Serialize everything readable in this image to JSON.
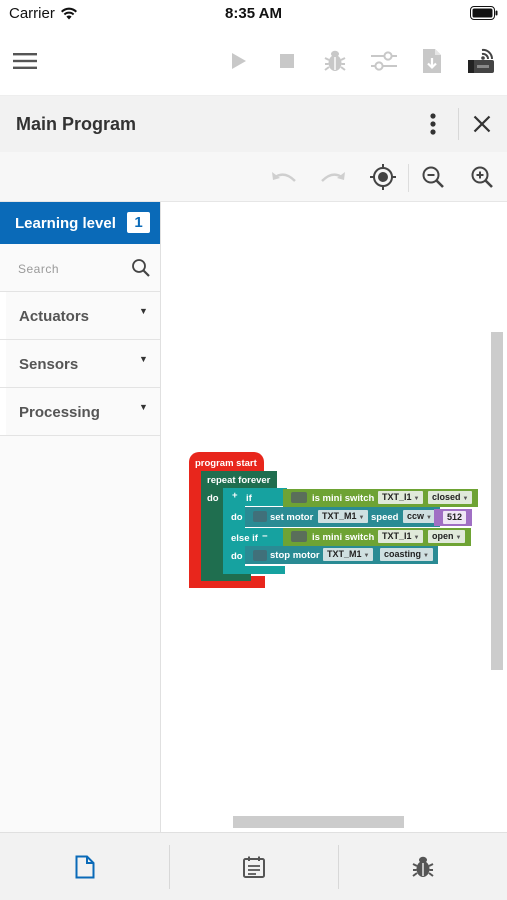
{
  "status_bar": {
    "carrier": "Carrier",
    "time": "8:35 AM"
  },
  "toolbar": {
    "icons": [
      "menu-icon",
      "play-icon",
      "stop-icon",
      "bug-icon",
      "sliders-icon",
      "download-file-icon",
      "controller-wifi-icon"
    ]
  },
  "program": {
    "title": "Main Program"
  },
  "sidebar": {
    "learning_label": "Learning level",
    "learning_level": "1",
    "search_placeholder": "Search",
    "categories": [
      {
        "label": "Actuators"
      },
      {
        "label": "Sensors"
      },
      {
        "label": "Processing"
      }
    ]
  },
  "blocks": {
    "program_start": "program start",
    "repeat_forever": "repeat forever",
    "do": "do",
    "plus": "+",
    "minus": "−",
    "if": "if",
    "else_if": "else if",
    "is_mini_switch": "is mini switch",
    "input_1": "TXT_I1",
    "closed": "closed",
    "open": "open",
    "set_motor": "set motor",
    "motor_1": "TXT_M1",
    "speed": "speed",
    "direction": "ccw",
    "speed_value": "512",
    "stop_motor": "stop motor",
    "coasting": "coasting"
  },
  "colors": {
    "accent_blue": "#0a6ab8",
    "block_red": "#e8261c",
    "block_dark_green": "#1f6e4f",
    "block_teal": "#16a2a0",
    "block_motor_teal": "#2a8b94",
    "block_lime": "#6ea334",
    "block_purple": "#a06fc4"
  }
}
